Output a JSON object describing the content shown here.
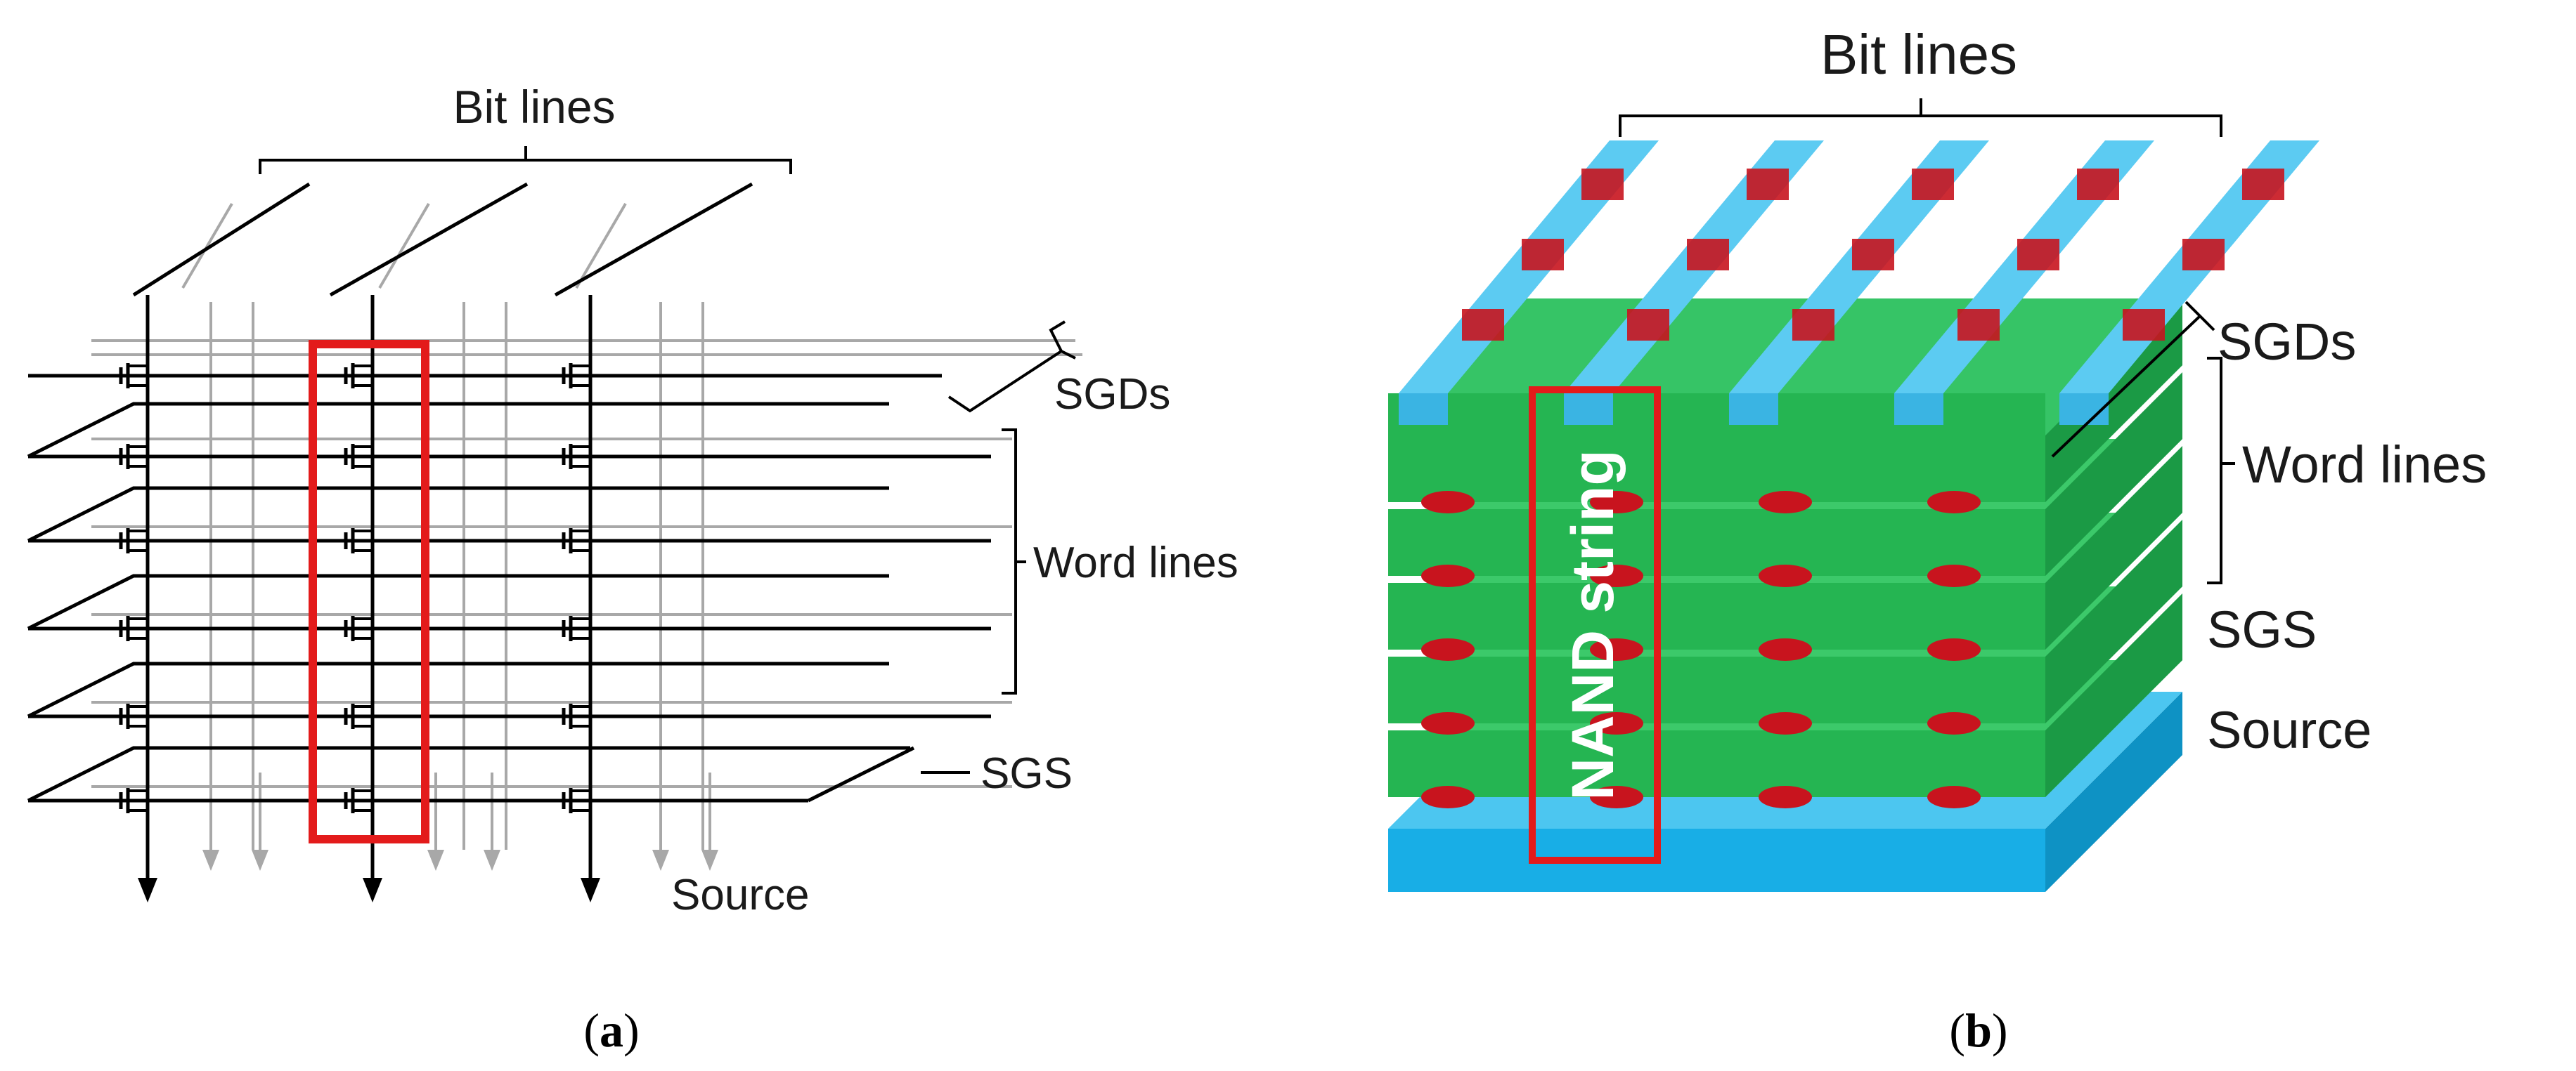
{
  "panel_a": {
    "bit_lines": "Bit lines",
    "sgds": "SGDs",
    "word_lines": "Word lines",
    "sgs": "SGS",
    "source": "Source",
    "caption_open": "(",
    "caption_letter": "a",
    "caption_close": ")"
  },
  "panel_b": {
    "bit_lines": "Bit lines",
    "sgds": "SGDs",
    "word_lines": "Word lines",
    "sgs": "SGS",
    "source": "Source",
    "nand_string": "NAND string",
    "caption_open": "(",
    "caption_letter": "b",
    "caption_close": ")"
  },
  "colors": {
    "highlight": "#e31b1b",
    "bitline_blue": "#4cc3ee",
    "layer_green": "#2fbf5a",
    "pillar_red": "#c8141e",
    "source_blue": "#18aee6",
    "gray_plane": "#a8a8a8"
  }
}
